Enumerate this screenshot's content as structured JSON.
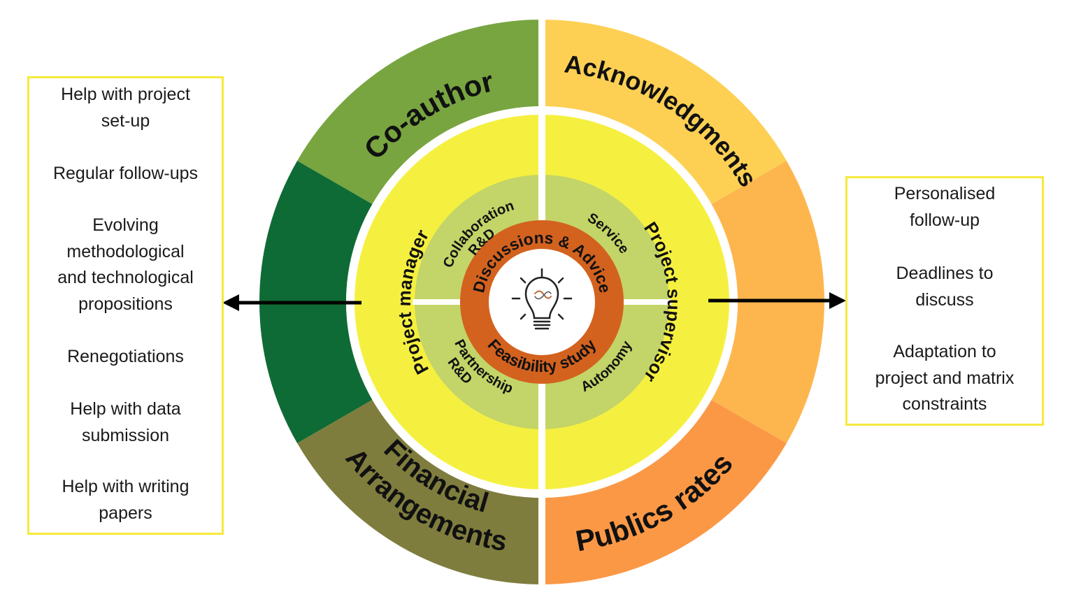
{
  "outer_ring": {
    "co_author": "Co-author",
    "acknowledgments": "Acknowledgments",
    "financial_line1": "Financial",
    "financial_line2": "Arrangements",
    "publics_rates": "Publics rates"
  },
  "middle_ring": {
    "project_manager": "Project manager",
    "project_supervisor": "Project supervisor"
  },
  "inner_ring": {
    "collaboration_line1": "Collaboration",
    "collaboration_line2": "R&D",
    "service": "Service",
    "partnership_line1": "Partnership",
    "partnership_line2": "R&D",
    "autonomy": "Autonomy"
  },
  "core": {
    "top": "Discussions & Advice",
    "bottom": "Feasibility study",
    "icon": "lightbulb-dna-icon"
  },
  "left_box": {
    "items": [
      [
        "Help with project",
        "set-up"
      ],
      [
        "Regular follow-ups"
      ],
      [
        "Evolving",
        "methodological",
        "and technological",
        "propositions"
      ],
      [
        "Renegotiations"
      ],
      [
        "Help with data",
        "submission"
      ],
      [
        "Help with writing",
        "papers"
      ]
    ]
  },
  "right_box": {
    "items": [
      [
        "Personalised",
        "follow-up"
      ],
      [
        "Deadlines to",
        "discuss"
      ],
      [
        "Adaptation to",
        "project and matrix",
        "constraints"
      ]
    ]
  },
  "colors": {
    "co_author": "#78a540",
    "dark_green": "#0f6b35",
    "olive": "#7f7d3e",
    "acknowledgments": "#fdd054",
    "right_orange": "#fdb64e",
    "publics": "#fb9846",
    "yellow": "#f5f040",
    "light_green": "#c3d468",
    "core_orange": "#d3621f",
    "box_border": "#f6ea3c"
  }
}
